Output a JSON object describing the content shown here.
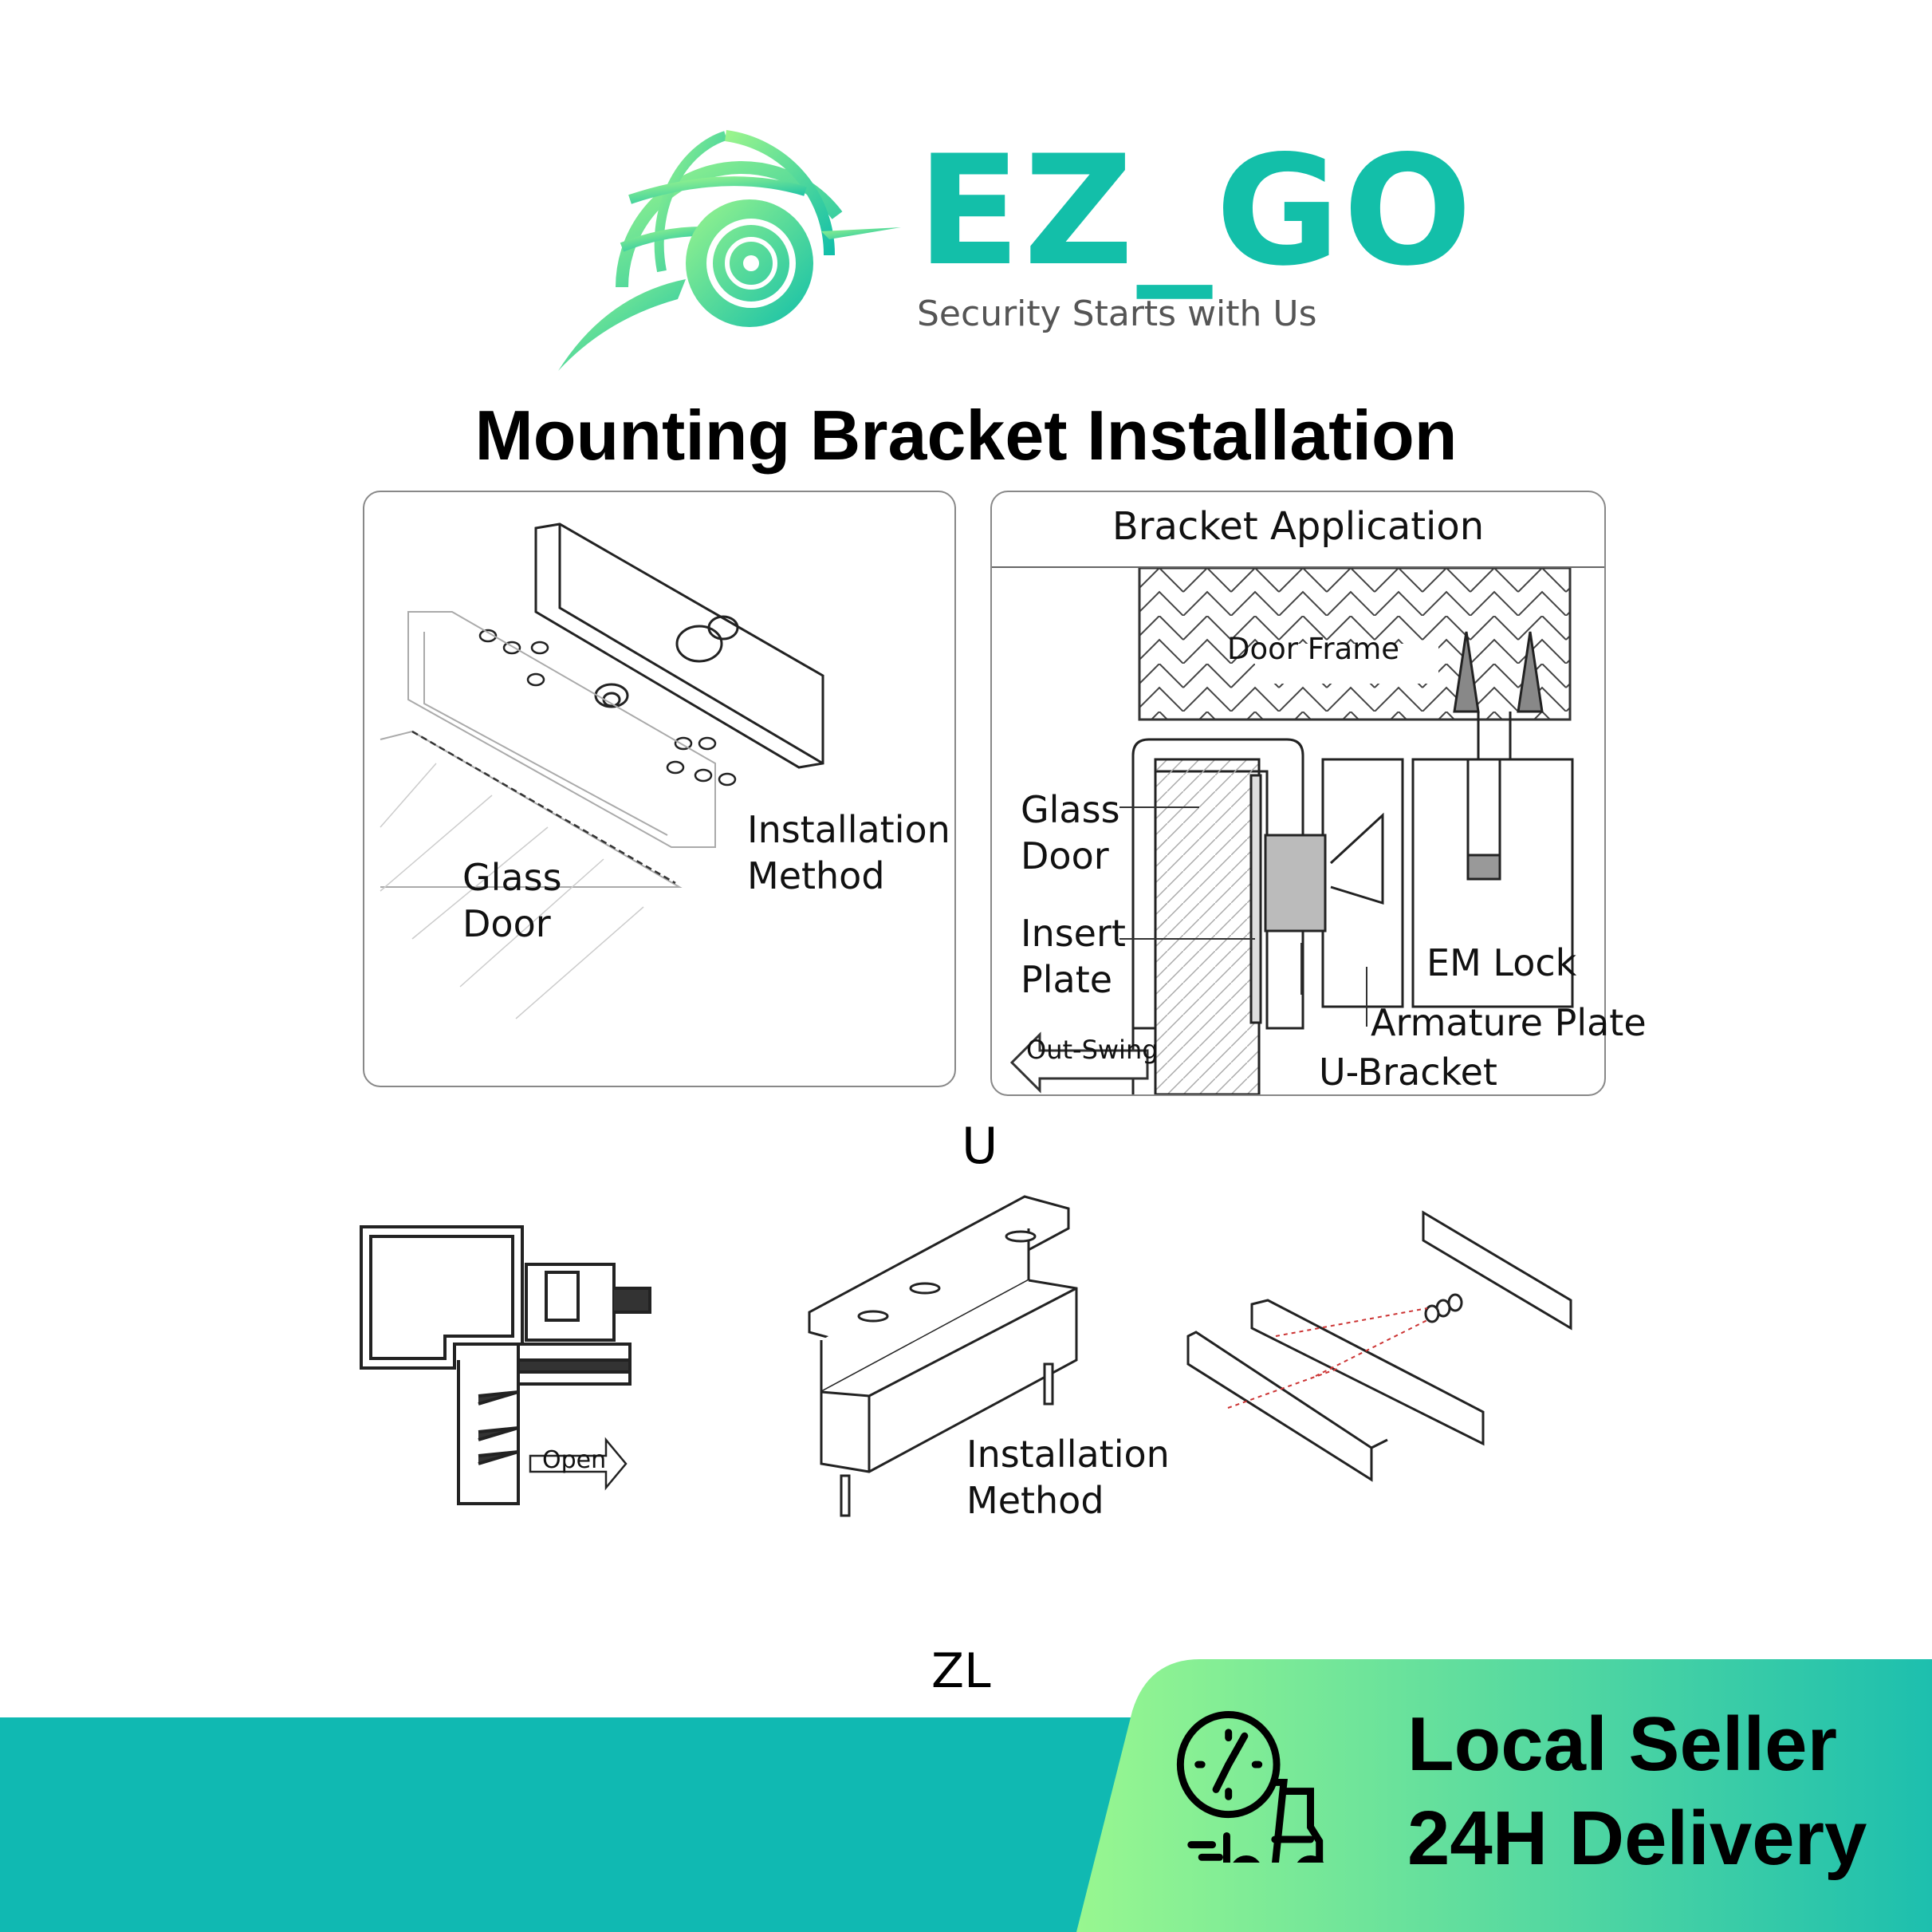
{
  "logo": {
    "brand": "EZ_GO",
    "tagline": "Security Starts with Us",
    "colors": {
      "primary": "#13bfa9",
      "light": "#8ef28a"
    }
  },
  "title": "Mounting Bracket Installation",
  "left_panel": {
    "glass_door": [
      "Glass",
      "Door"
    ],
    "installation_method": [
      "Installation",
      "Method"
    ]
  },
  "right_panel": {
    "header": "Bracket Application",
    "door_frame": "Door Frame",
    "glass_door": [
      "Glass",
      "Door"
    ],
    "insert_plate": [
      "Insert",
      "Plate"
    ],
    "em_lock": "EM Lock",
    "armature_plate": "Armature Plate",
    "u_bracket": "U-Bracket",
    "out_swing": "Out-Swing"
  },
  "u_label": "U",
  "bottom": {
    "open": "Open",
    "installation_method": [
      "Installation",
      "Method"
    ]
  },
  "zl_label": "ZL",
  "badge": {
    "line1": "Local Seller",
    "line2": "24H Delivery",
    "icon": "delivery-truck-clock-icon",
    "band_color": "#10b9b2",
    "gradient": [
      "#98f790",
      "#1dbfae"
    ]
  }
}
